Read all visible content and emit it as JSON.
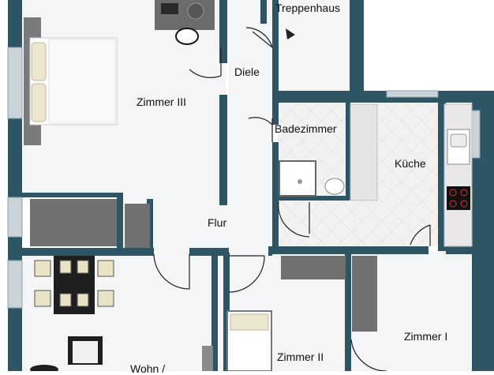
{
  "rooms": {
    "treppenhaus": "Treppenhaus",
    "diele": "Diele",
    "zimmer3": "Zimmer III",
    "badezimmer": "Badezimmer",
    "kueche": "Küche",
    "flur": "Flur",
    "zimmer1": "Zimmer I",
    "zimmer2": "Zimmer II",
    "wohn": "Wohn /"
  },
  "colors": {
    "wall": "#2e5563",
    "floor": "#f4f5f7",
    "tile": "#ededed",
    "furniture": "#6e6e6e",
    "window": "#c9d3d8"
  },
  "icons": [
    "bed-icon",
    "desk-icon",
    "chair-icon",
    "wardrobe-icon",
    "shower-icon",
    "sink-icon",
    "kitchen-sink-icon",
    "stove-icon",
    "dining-table-icon",
    "armchair-icon",
    "stair-arrow-icon"
  ]
}
